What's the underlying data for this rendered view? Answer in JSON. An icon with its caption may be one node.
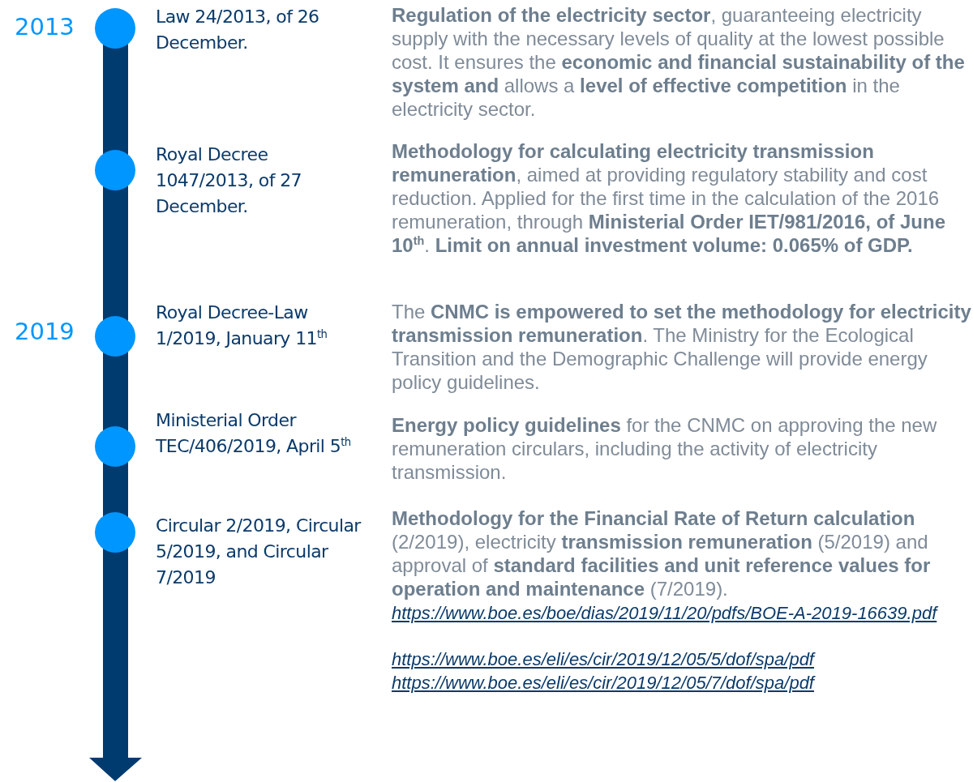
{
  "diagram": {
    "nodes": [
      {
        "text": [],
        "shape": "circle",
        "beside": [
          "2013",
          "Law 24/2013, of 26 December."
        ]
      },
      {
        "text": [],
        "shape": "circle",
        "beside": [
          "Royal Decree 1047/2013, of 27 December."
        ]
      },
      {
        "text": [],
        "shape": "circle",
        "beside": [
          "2019",
          "Royal Decree-Law 1/2019, January 11$^{th}$"
        ]
      },
      {
        "text": [],
        "shape": "circle",
        "beside": [
          "Ministerial Order TEC/406/2019, April 5$^{th}$"
        ]
      },
      {
        "text": [],
        "shape": "circle",
        "beside": [
          "Circular 2/2019, Circular 5/2019, and Circular 7/2019"
        ]
      }
    ],
    "labels": [
      "**Regulation of the electricity sector**, guaranteeing electricity supply with the necessary levels of quality at the lowest possible cost. It ensures the **economic and financial sustainability of the system and** allows a **level of effective competition** in the electricity sector.",
      "**Methodology for calculating electricity transmission remuneration**, aimed at providing regulatory stability and cost reduction. Applied for the first time in the calculation of the 2016 remuneration, through **Ministerial Order IET/981/2016, of June 10$^{th}$**. **Limit on annual investment volume: 0.065% of GDP.**",
      "The **CNMC is empowered to set the methodology for electricity transmission remuneration**. The Ministry for the Ecological Transition and the Demographic Challenge will provide energy policy guidelines.",
      "**Energy policy guidelines** for the CNMC on approving the new remuneration circulars, including the activity of electricity transmission.",
      "**Methodology for the Financial Rate of Return calculation** (2/2019), electricity **transmission remuneration** (5/2019) and approval of **standard facilities and unit reference values for operation and maintenance** (7/2019).",
      "https://www.boe.es/boe/dias/2019/11/20/pdfs/BOE-A-2019-16639.pdf",
      "https://www.boe.es/eli/es/cir/2019/12/05/5/dof/spa/pdf",
      "https://www.boe.es/eli/es/cir/2019/12/05/7/dof/spa/pdf"
    ]
  }
}
